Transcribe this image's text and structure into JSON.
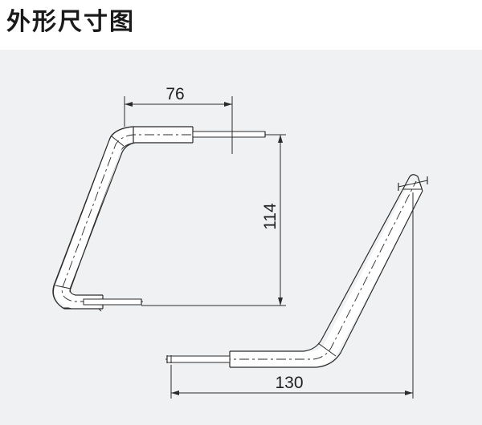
{
  "page": {
    "title": "外形尺寸图"
  },
  "dimensions": {
    "top_width": "76",
    "height": "114",
    "bottom_width": "130"
  },
  "colors": {
    "panel_background": "#f0f1f3",
    "line": "#2b2b2b",
    "tube_fill": "#ffffff"
  }
}
